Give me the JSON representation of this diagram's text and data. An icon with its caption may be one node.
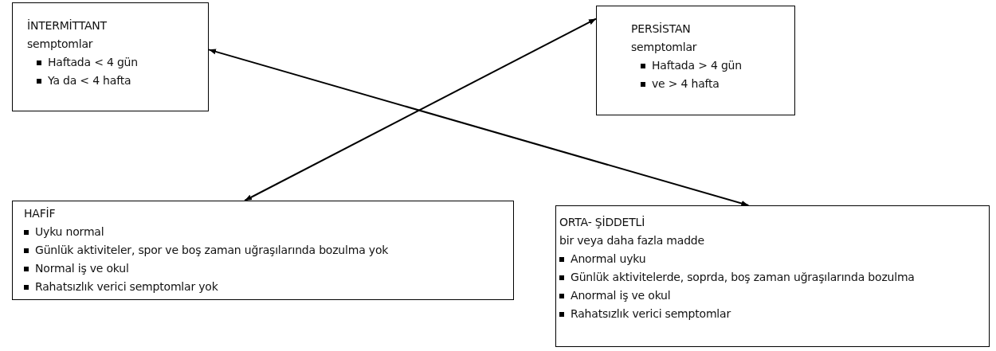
{
  "diagram": {
    "nodes": [
      {
        "text": [
          "İNTERMİTTANT",
          "semptomlar",
          "Haftada < 4 gün",
          "Ya da  < 4 hafta"
        ]
      },
      {
        "text": [
          "PERSİSTAN",
          "semptomlar",
          "Haftada > 4 gün",
          "ve > 4 hafta"
        ]
      },
      {
        "text": [
          "HAFİF",
          "Uyku normal",
          "Günlük aktiviteler, spor ve  boş zaman uğraşılarında bozulma yok",
          "Normal iş ve okul",
          "Rahatsızlık verici semptomlar yok"
        ]
      },
      {
        "text": [
          "ORTA- ŞİDDETLİ",
          "bir veya daha fazla madde",
          "Anormal uyku",
          "Günlük aktivitelerde, soprda, boş zaman uğraşılarında bozulma",
          "Anormal iş ve okul",
          "Rahatsızlık verici semptomlar"
        ]
      }
    ],
    "edges": [
      {
        "from": 0,
        "to": 3,
        "arrow": "both"
      },
      {
        "from": 1,
        "to": 2,
        "arrow": "both"
      }
    ]
  }
}
